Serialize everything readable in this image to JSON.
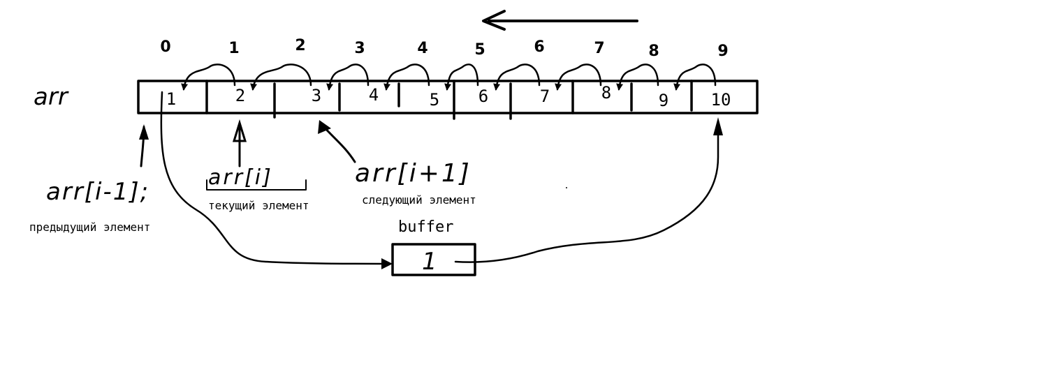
{
  "array_label": "arr",
  "indices": [
    "0",
    "1",
    "2",
    "3",
    "4",
    "5",
    "6",
    "7",
    "8",
    "9"
  ],
  "values": [
    "1",
    "2",
    "3",
    "4",
    "5",
    "6",
    "7",
    "8",
    "9",
    "10"
  ],
  "labels": {
    "prev_expr": "arr[i-1];",
    "prev_caption": "предыдущий элемент",
    "cur_expr": "arr[i]",
    "cur_caption": "текущий элемент",
    "next_expr": "arr[i+1]",
    "next_caption": "следующий элемент",
    "buffer_title": "buffer",
    "buffer_value": "1"
  }
}
